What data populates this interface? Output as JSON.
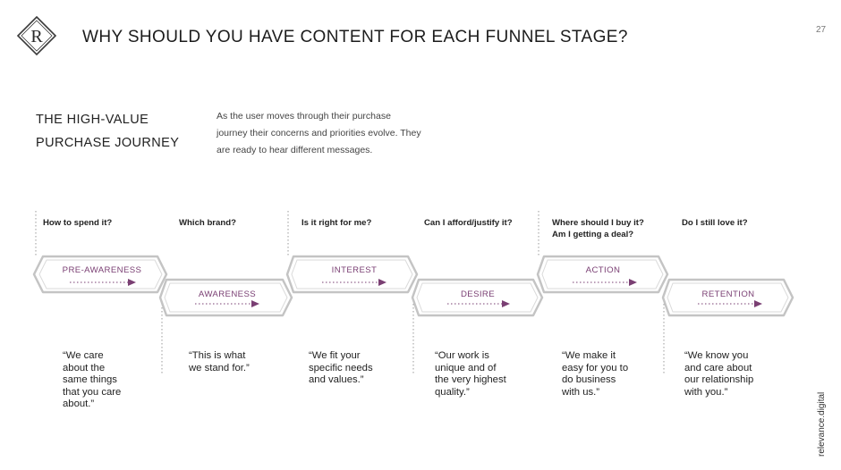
{
  "slide": {
    "title": "WHY SHOULD YOU HAVE CONTENT FOR EACH FUNNEL STAGE?",
    "page_number": "27",
    "logo_letter": "R",
    "brand": "relevance.digital"
  },
  "section": {
    "title_lines": [
      "THE HIGH-VALUE",
      "PURCHASE JOURNEY"
    ],
    "description_lines": [
      "As the user moves through their purchase",
      "journey their concerns and priorities evolve. They",
      "are ready to hear different messages."
    ]
  },
  "stages": [
    {
      "label": "PRE-AWARENESS",
      "question": [
        "How to spend it?"
      ],
      "quote": [
        "“We care",
        "about the",
        "same things",
        "that you care",
        "about.”"
      ]
    },
    {
      "label": "AWARENESS",
      "question": [
        "Which brand?"
      ],
      "quote": [
        "“This is what",
        "we stand for.”"
      ]
    },
    {
      "label": "INTEREST",
      "question": [
        "Is it right for me?"
      ],
      "quote": [
        "“We fit your",
        "specific needs",
        "and values.”"
      ]
    },
    {
      "label": "DESIRE",
      "question": [
        "Can I afford/justify it?"
      ],
      "quote": [
        "“Our work is",
        "unique and of",
        "the very highest",
        "quality.”"
      ]
    },
    {
      "label": "ACTION",
      "question": [
        "Where should I buy it?",
        "Am I getting a deal?"
      ],
      "quote": [
        "“We make it",
        "easy for you to",
        "do business",
        "with us.”"
      ]
    },
    {
      "label": "RETENTION",
      "question": [
        "Do I still love it?"
      ],
      "quote": [
        "“We know you",
        "and care about",
        "our relationship",
        "with you.”"
      ]
    }
  ],
  "colors": {
    "accent": "#7a3f73",
    "chevron_fill": "#ffffff",
    "chevron_stroke": "#c4c4c4",
    "divider": "#9a9a9a"
  }
}
